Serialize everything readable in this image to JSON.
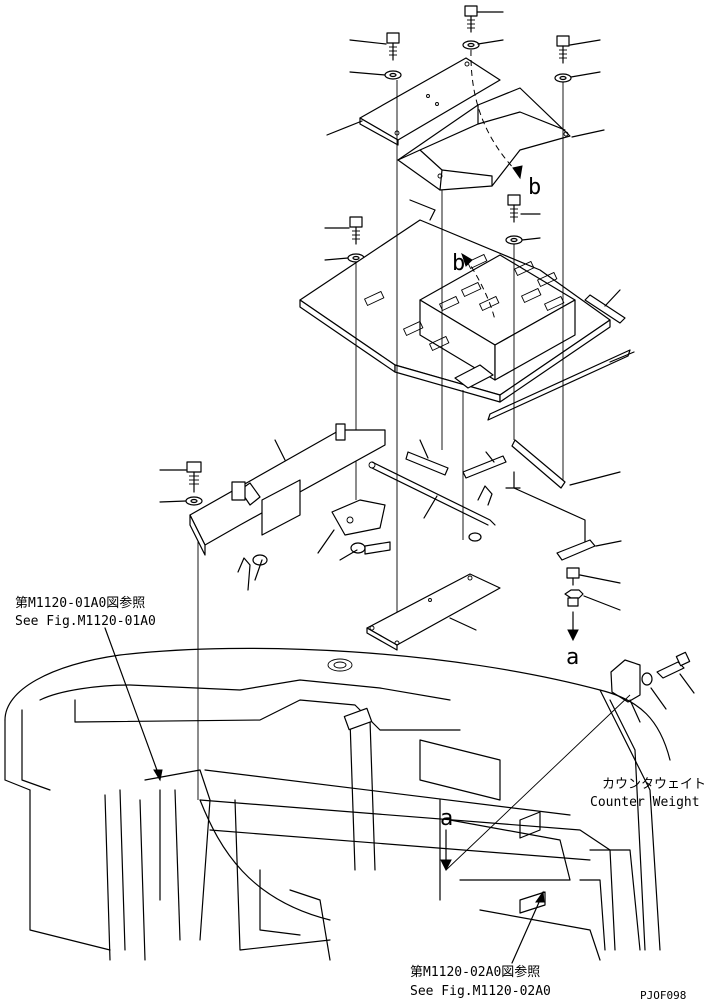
{
  "references": {
    "ref_1_jp": "第M1120-01A0図参照",
    "ref_1_en": "See Fig.M1120-01A0",
    "ref_2_jp": "第M1120-02A0図参照",
    "ref_2_en": "See Fig.M1120-02A0"
  },
  "counterweight": {
    "label_jp": "カウンタウェイト",
    "label_en": "Counter Weight"
  },
  "callouts": {
    "a_top": "a",
    "a_bottom": "a",
    "b_top": "b",
    "b_mid": "b"
  },
  "figure_code": "PJOF098"
}
